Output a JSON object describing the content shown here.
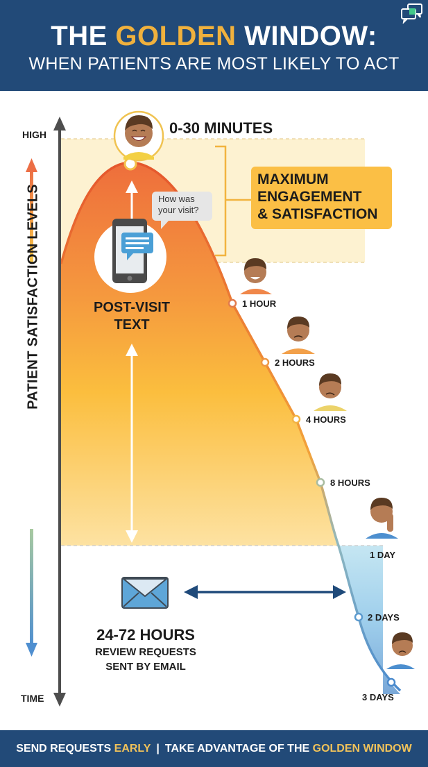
{
  "header": {
    "title_prefix": "THE ",
    "title_highlight": "GOLDEN",
    "title_suffix": " WINDOW:",
    "subtitle": "WHEN PATIENTS ARE MOST LIKELY TO ACT",
    "corner_icon": "chat-bubbles-icon"
  },
  "axes": {
    "y_label": "PATIENT SATISFACTION LEVELS",
    "y_top": "HIGH",
    "x_label": "TIME"
  },
  "peak": {
    "time_label": "0-30 MINUTES",
    "callout_line1": "MAXIMUM",
    "callout_line2": "ENGAGEMENT",
    "callout_line3": "& SATISFACTION"
  },
  "text_message": {
    "bubble_line1": "How was",
    "bubble_line2": "your visit?",
    "label_line1": "POST-VISIT",
    "label_line2": "TEXT"
  },
  "email": {
    "title": "24-72 HOURS",
    "line1": "REVIEW REQUESTS",
    "line2": "SENT BY EMAIL"
  },
  "footer": {
    "part1": "SEND REQUESTS ",
    "part1_highlight": "EARLY",
    "separator": "|",
    "part2": "TAKE ADVANTAGE OF THE ",
    "part2_highlight": "GOLDEN WINDOW"
  },
  "colors": {
    "navy": "#224a78",
    "gold": "#f0b13d",
    "orange_peak": "#ee7440",
    "yellow_fill": "#fbc34a",
    "blue_fill": "#7fb6e0",
    "callout": "#fbbf45"
  },
  "chart_data": {
    "type": "area",
    "title": "THE GOLDEN WINDOW: WHEN PATIENTS ARE MOST LIKELY TO ACT",
    "xlabel": "TIME",
    "ylabel": "PATIENT SATISFACTION LEVELS",
    "categories": [
      "0-30 MINUTES",
      "1 HOUR",
      "2 HOURS",
      "4 HOURS",
      "8 HOURS",
      "1 DAY",
      "2 DAYS",
      "3 DAYS"
    ],
    "values": [
      100,
      76,
      60,
      47,
      32,
      26,
      12,
      2
    ],
    "y_top_label": "HIGH",
    "bands": [
      {
        "name": "MAXIMUM ENGAGEMENT & SATISFACTION",
        "range": "0-30 MINUTES"
      },
      {
        "name": "POST-VISIT TEXT",
        "range": "0-30 MINUTES to 1 DAY"
      },
      {
        "name": "24-72 HOURS REVIEW REQUESTS SENT BY EMAIL",
        "range": "1 DAY to 3 DAYS"
      }
    ],
    "annotations": [
      "How was your visit?",
      "POST-VISIT TEXT",
      "24-72 HOURS",
      "REVIEW REQUESTS SENT BY EMAIL",
      "MAXIMUM ENGAGEMENT & SATISFACTION"
    ],
    "grid": false,
    "legend": "none"
  }
}
